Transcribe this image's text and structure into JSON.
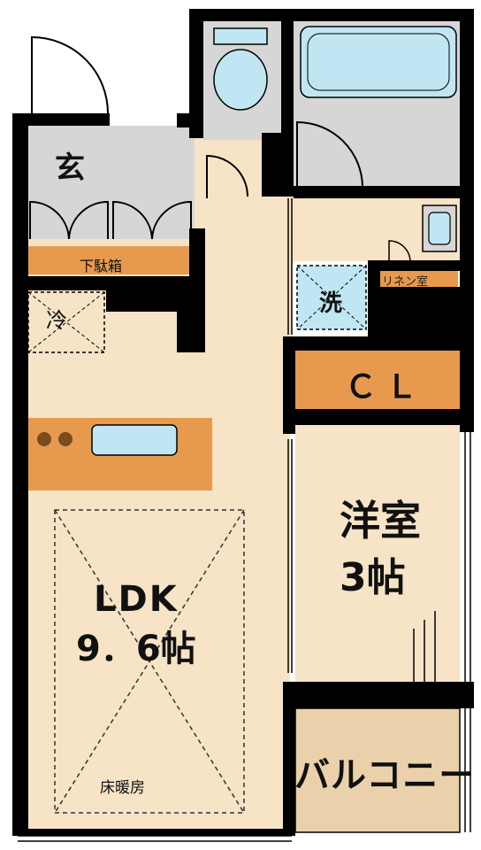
{
  "rooms": {
    "entrance": "玄",
    "shoe_box": "下駄箱",
    "fridge": "冷",
    "washer": "洗",
    "linen": "リネン室",
    "closet": "ＣＬ",
    "western_room": "洋室",
    "western_room_size": "3帖",
    "ldk": "LDK",
    "ldk_size": "9．6帖",
    "floor_heating": "床暖房",
    "balcony": "バルコニー"
  },
  "colors": {
    "floor": "#f7e3c6",
    "wet_area": "#d6d6d6",
    "storage": "#e79a4e",
    "fixture_blue": "#bfe6f2",
    "balcony": "#ebd1ab",
    "wall": "#000000"
  }
}
